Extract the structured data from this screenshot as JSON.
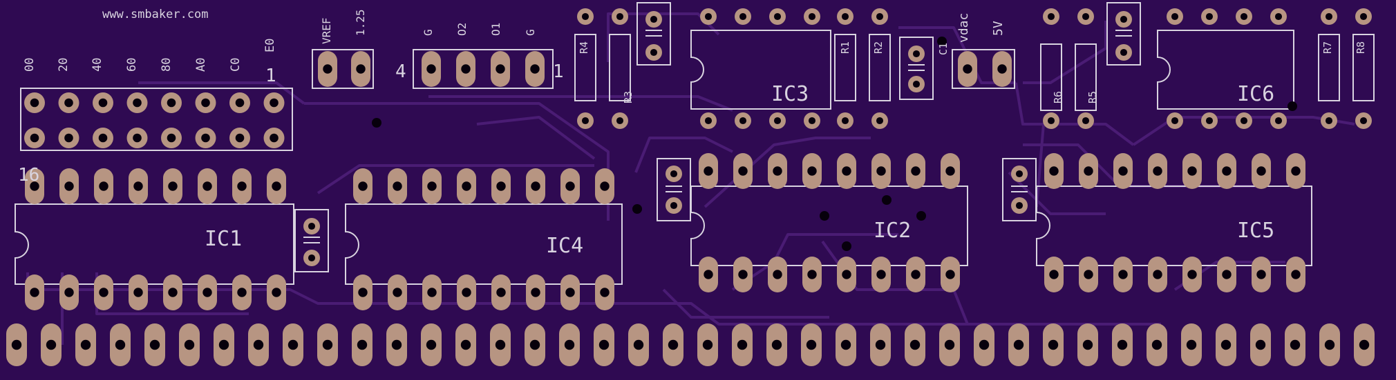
{
  "website": "www.smbaker.com",
  "dip_header": {
    "col_labels": [
      "00",
      "20",
      "40",
      "60",
      "80",
      "A0",
      "C0",
      "E0"
    ],
    "pin1_label": "1",
    "pin16_label": "16"
  },
  "vref_header": {
    "labels": [
      "VREF",
      "1.25"
    ]
  },
  "out_header": {
    "labels": [
      "G",
      "O2",
      "O1",
      "G"
    ],
    "left_num": "4",
    "right_num": "1"
  },
  "vdac_header": {
    "labels": [
      "vdac",
      "5V"
    ]
  },
  "ic_labels": [
    "IC1",
    "IC2",
    "IC3",
    "IC4",
    "IC5",
    "IC6"
  ],
  "resistor_labels": [
    "R1",
    "R2",
    "R3",
    "R4",
    "R5",
    "R6",
    "R7",
    "R8"
  ],
  "cap_label": "C1",
  "colors": {
    "board": "#2f0a52",
    "trace": "#4a1c74",
    "pad": "#b79582",
    "hole": "#07000c",
    "silkscreen": "#d9d4e0"
  }
}
